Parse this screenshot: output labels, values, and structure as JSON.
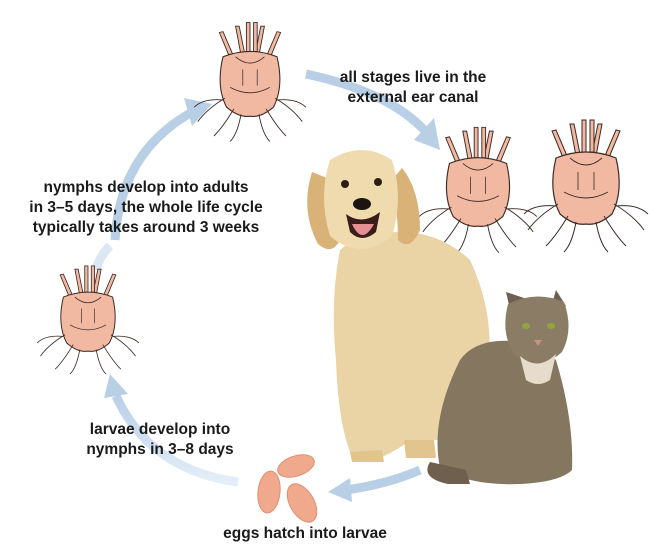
{
  "captions": {
    "adult_stage": [
      "all stages live in the",
      "external ear canal"
    ],
    "nymph_to_adult": [
      "nymphs develop into adults",
      "in 3–5 days, the whole life cycle",
      "typically takes around 3 weeks"
    ],
    "larva_to_nymph": [
      "larvae develop into",
      "nymphs in 3–8 days"
    ],
    "eggs": [
      "eggs hatch into larvae"
    ]
  },
  "colors": {
    "arrow": "#b9cfe6",
    "mite_fill": "#f2b9a2",
    "mite_outline": "#3a2a25",
    "egg_fill": "#f0a98c",
    "dog_fur": "#e8cf9e",
    "cat_fur": "#8a7a66"
  },
  "illustrations": [
    "ear-mite-nymph",
    "ear-mite-adult",
    "ear-mite-adult",
    "ear-mite-larva",
    "mite-eggs",
    "golden-retriever-dog",
    "tabby-cat"
  ]
}
